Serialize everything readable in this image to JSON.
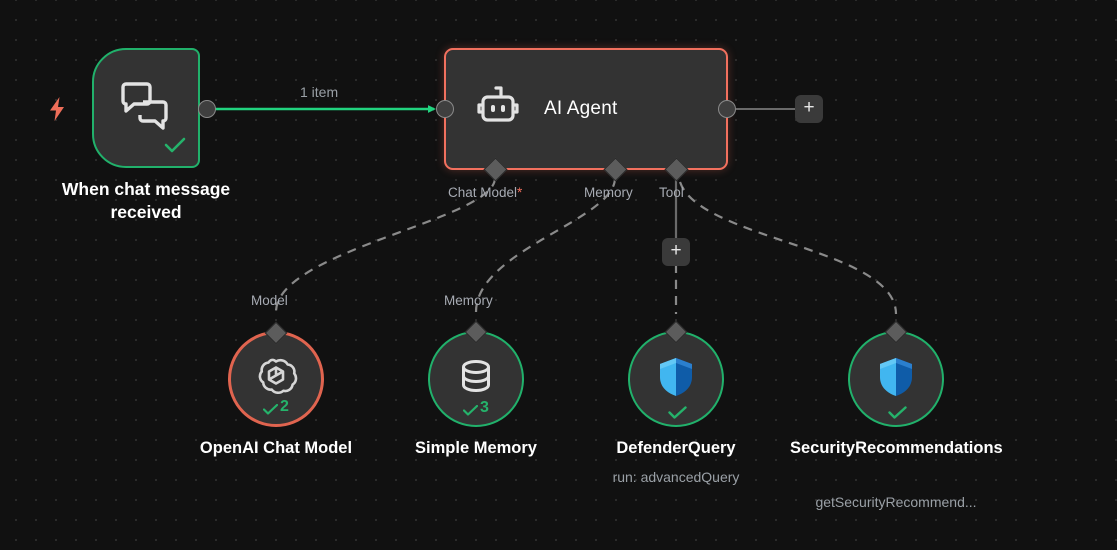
{
  "canvas": {
    "background": "#111111",
    "grid_dot_color": "#2b2b2b",
    "accent_green": "#21b16b",
    "accent_red": "#f2705e"
  },
  "trigger": {
    "name": "When chat message received",
    "icon": "chat-bubbles-icon",
    "bolt_icon": "lightning-bolt-icon",
    "status_icon": "check-icon",
    "border_color": "#21b16b"
  },
  "agent": {
    "title": "AI Agent",
    "icon": "robot-icon",
    "border_color": "#f2705e",
    "endpoints": [
      {
        "label": "Chat Model",
        "required_marker": "*"
      },
      {
        "label": "Memory",
        "required_marker": ""
      },
      {
        "label": "Tool",
        "required_marker": ""
      }
    ],
    "add_tool_label": "+",
    "add_next_label": "+"
  },
  "connection": {
    "items_label": "1 item",
    "color": "#21d47f"
  },
  "sub_nodes": [
    {
      "endpoint_label": "Model",
      "icon": "openai-icon",
      "ring": "warn",
      "check": true,
      "count": "2",
      "title": "OpenAI Chat Model",
      "subtitle": ""
    },
    {
      "endpoint_label": "Memory",
      "icon": "database-icon",
      "ring": "ok",
      "check": true,
      "count": "3",
      "title": "Simple Memory",
      "subtitle": ""
    },
    {
      "endpoint_label": "",
      "icon": "defender-shield-icon",
      "ring": "ok",
      "check": true,
      "count": "",
      "title": "DefenderQuery",
      "subtitle": "run: advancedQuery"
    },
    {
      "endpoint_label": "",
      "icon": "defender-shield-icon",
      "ring": "ok",
      "check": true,
      "count": "",
      "title": "SecurityRecommendations",
      "subtitle": "getSecurityRecommend..."
    }
  ]
}
